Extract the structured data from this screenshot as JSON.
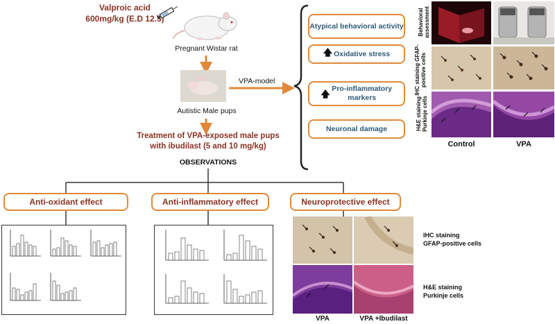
{
  "top": {
    "drug_name": "Valproic acid",
    "drug_dose": "600mg/kg (E.D 12.5)",
    "rat_label": "Pregnant Wistar rat",
    "pups_label": "Autistic Male pups",
    "model_label": "VPA-model",
    "treatment_line1": "Treatment of VPA-exposed male pups",
    "treatment_line2": "with ibudilast (5 and 10 mg/kg)",
    "observations": "OBSERVATIONS"
  },
  "outcomes": {
    "behavioral": "Atypical behavioral activity",
    "oxidative": "Oxidative stress",
    "inflammatory": "Pro-inflammatory markers",
    "neuronal": "Neuronal damage"
  },
  "side_labels": {
    "behavioral": "Behavioral assessment",
    "ihc": "IHC staining GFAP-positive cells",
    "he": "H&E staining Purkinje cells"
  },
  "column_labels": {
    "control": "Control",
    "vpa": "VPA"
  },
  "effects": {
    "antioxidant": "Anti-oxidant effect",
    "antiinflammatory": "Anti-inflammatory effect",
    "neuroprotective": "Neuroprotective effect"
  },
  "bottom_captions": {
    "ihc_line1": "IHC staining",
    "ihc_line2": "GFAP-positive cells",
    "he_line1": "H&E staining",
    "he_line2": "Purkinje cells",
    "vpa": "VPA",
    "vpa_ibudilast": "VPA +Ibudilast"
  },
  "colors": {
    "accent_orange": "#e0893a",
    "maroon": "#8a3324",
    "box_text": "#2f5a78",
    "he_purple": "#9a4aa8",
    "ihc_beige": "#d8c8ad"
  }
}
